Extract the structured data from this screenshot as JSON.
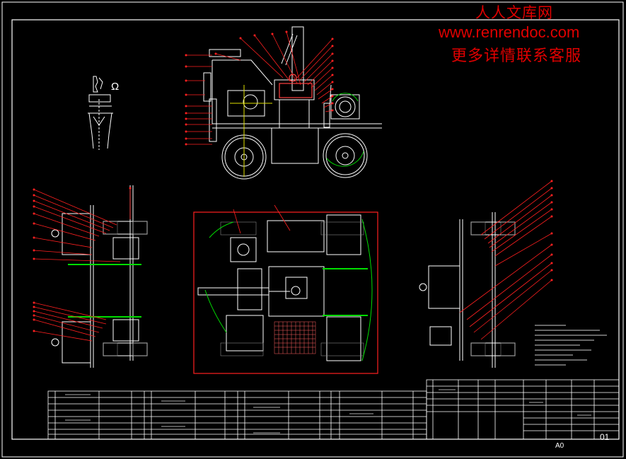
{
  "watermark": {
    "line1": "人人文库网",
    "line2": "www.renrendoc.com",
    "line3": "更多详情联系客服"
  },
  "title_block": {
    "sheet_size": "A0",
    "drawing_number": "01"
  },
  "symbol": {
    "omega": "Ω"
  },
  "colors": {
    "background": "#000000",
    "line": "#ffffff",
    "leader": "#ff0000",
    "accent_green": "#00cc00",
    "watermark": "#e00000"
  }
}
